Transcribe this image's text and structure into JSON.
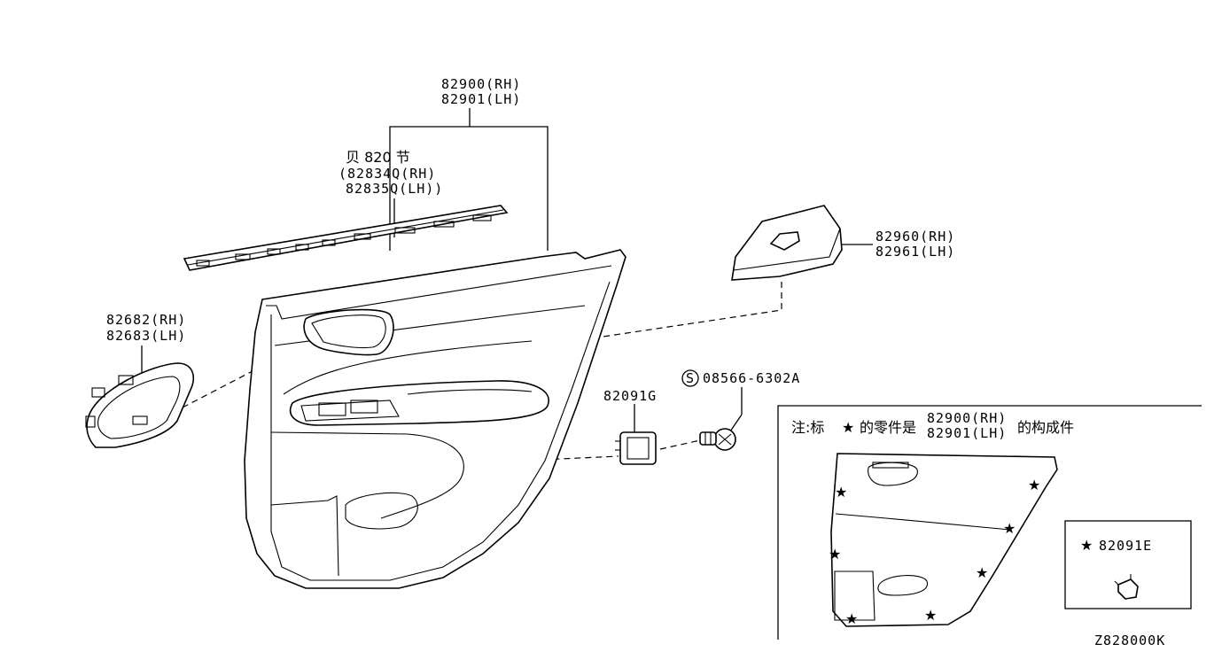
{
  "labels": {
    "door_trim": [
      "82900(RH)",
      "82901(LH)"
    ],
    "finisher": [
      "贝 820 节",
      "(82834Q(RH)",
      "82835Q(LH))"
    ],
    "handle_escutcheon": [
      "82682(RH)",
      "82683(LH)"
    ],
    "switch_finisher": [
      "82960(RH)",
      "82961(LH)"
    ],
    "clip": "82091G",
    "screw": "08566-6302A",
    "screw_symbol": "S"
  },
  "note": {
    "prefix": "注:标",
    "middle": "的零件是",
    "parts": [
      "82900(RH)",
      "82901(LH)"
    ],
    "suffix": "的构成件",
    "star_part": "82091E"
  },
  "diagram_id": "Z828000K"
}
